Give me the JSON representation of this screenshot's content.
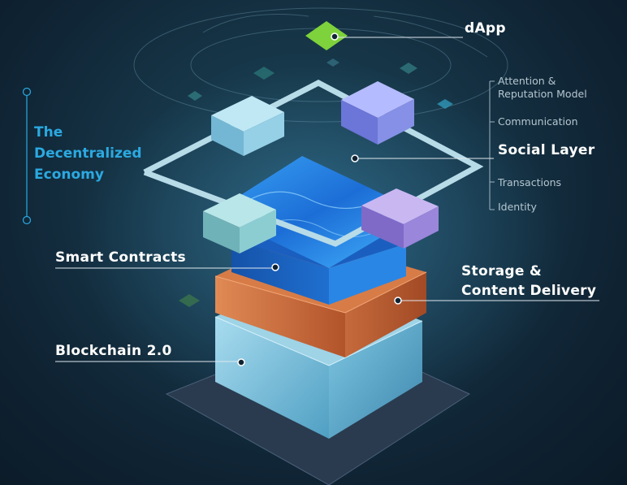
{
  "left_title": {
    "line1": "The",
    "line2": "Decentralized",
    "line3": "Economy"
  },
  "labels": {
    "dapp": "dApp",
    "smart_contracts": "Smart Contracts",
    "storage_line1": "Storage &",
    "storage_line2": "Content Delivery",
    "blockchain": "Blockchain 2.0",
    "social_layer": "Social Layer"
  },
  "social_items": {
    "attention_line1": "Attention &",
    "attention_line2": "Reputation Model",
    "communication": "Communication",
    "transactions": "Transactions",
    "identity": "Identity"
  },
  "colors": {
    "title_accent": "#2ba9e1",
    "dapp_diamond": "#7ed23b",
    "storage_layer": "#c9663a",
    "smart_contracts_layer": "#1d74d6",
    "blockchain_layer": "#79c2e0"
  }
}
